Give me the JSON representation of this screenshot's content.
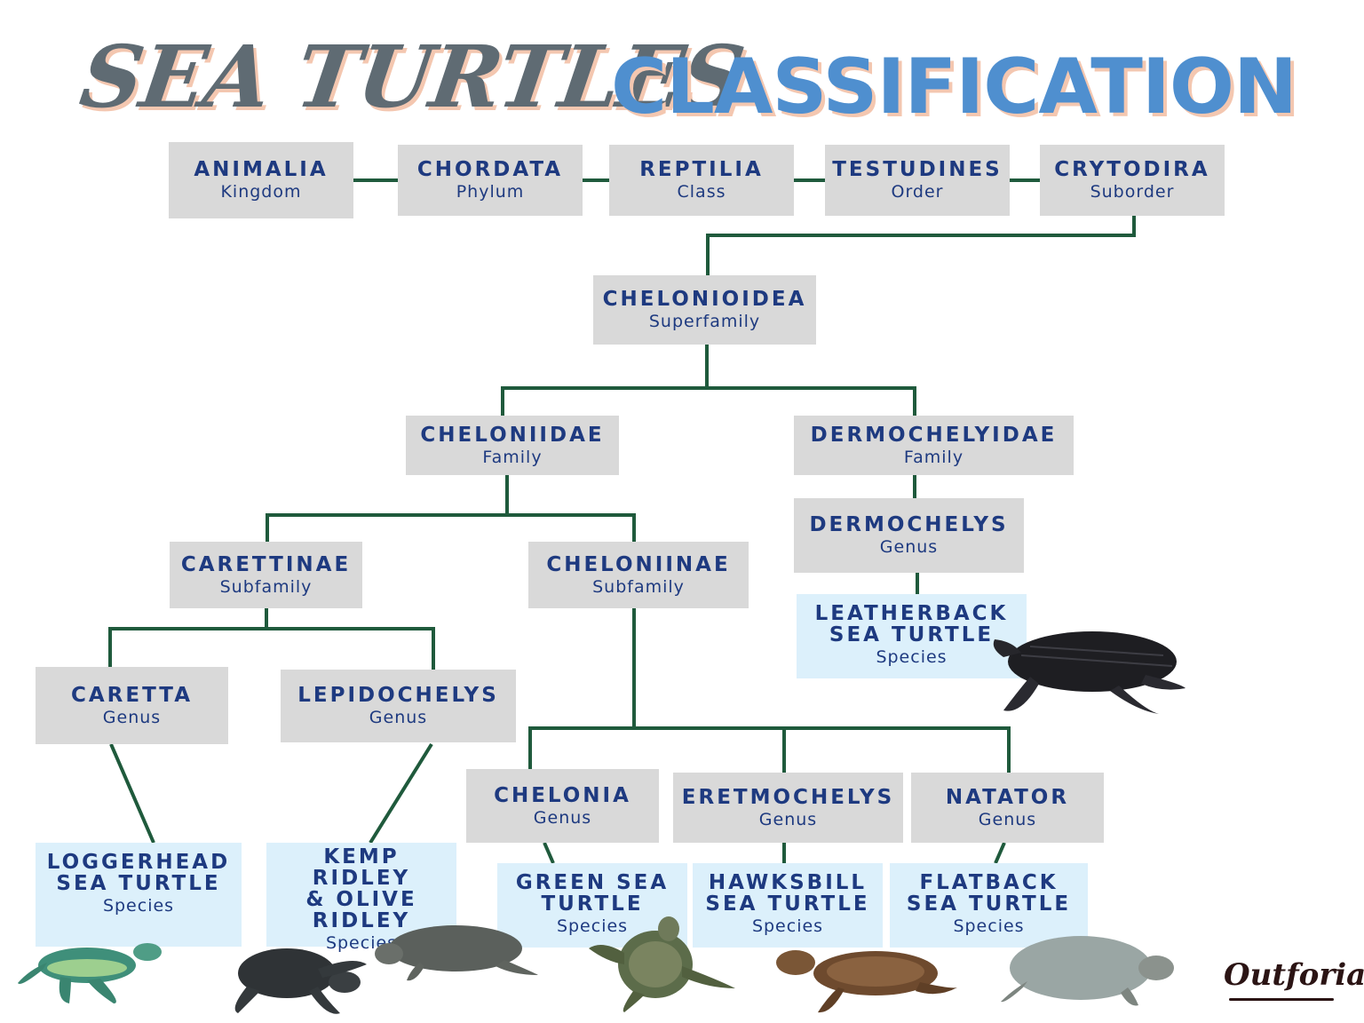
{
  "title": {
    "part1": "SEA TURTLES",
    "part2": "CLASSIFICATION"
  },
  "nodes": {
    "animalia": {
      "name": "ANIMALIA",
      "level": "Kingdom"
    },
    "chordata": {
      "name": "CHORDATA",
      "level": "Phylum"
    },
    "reptilia": {
      "name": "REPTILIA",
      "level": "Class"
    },
    "testudines": {
      "name": "TESTUDINES",
      "level": "Order"
    },
    "crytodira": {
      "name": "CRYTODIRA",
      "level": "Suborder"
    },
    "chelonioidea": {
      "name": "CHELONIOIDEA",
      "level": "Superfamily"
    },
    "cheloniidae": {
      "name": "CHELONIIDAE",
      "level": "Family"
    },
    "dermochelyidae": {
      "name": "DERMOCHELYIDAE",
      "level": "Family"
    },
    "carettinae": {
      "name": "CARETTINAE",
      "level": "Subfamily"
    },
    "cheloniinae": {
      "name": "CHELONIINAE",
      "level": "Subfamily"
    },
    "dermochelys": {
      "name": "DERMOCHELYS",
      "level": "Genus"
    },
    "caretta": {
      "name": "CARETTA",
      "level": "Genus"
    },
    "lepidochelys": {
      "name": "LEPIDOCHELYS",
      "level": "Genus"
    },
    "chelonia": {
      "name": "CHELONIA",
      "level": "Genus"
    },
    "eretmochelys": {
      "name": "ERETMOCHELYS",
      "level": "Genus"
    },
    "natator": {
      "name": "NATATOR",
      "level": "Genus"
    }
  },
  "species": {
    "leatherback": {
      "name_line1": "LEATHERBACK",
      "name_line2": "SEA TURTLE",
      "level": "Species"
    },
    "loggerhead": {
      "name_line1": "LOGGERHEAD",
      "name_line2": "SEA TURTLE",
      "level": "Species"
    },
    "ridley": {
      "name_line1": "KEMP RIDLEY",
      "name_line2": "& OLIVE",
      "name_line3": "RIDLEY",
      "level": "Species"
    },
    "green": {
      "name_line1": "GREEN SEA",
      "name_line2": "TURTLE",
      "level": "Species"
    },
    "hawksbill": {
      "name_line1": "HAWKSBILL",
      "name_line2": "SEA TURTLE",
      "level": "Species"
    },
    "flatback": {
      "name_line1": "FLATBACK",
      "name_line2": "SEA TURTLE",
      "level": "Species"
    }
  },
  "logo": {
    "text": "Outforia"
  },
  "colors": {
    "line": "#1f5a3c",
    "rank_box": "#d9d9d9",
    "species_box": "#dcf0fb",
    "text": "#1e3a80",
    "title_grey": "#5f6b73",
    "title_blue": "#4f8fcf"
  }
}
